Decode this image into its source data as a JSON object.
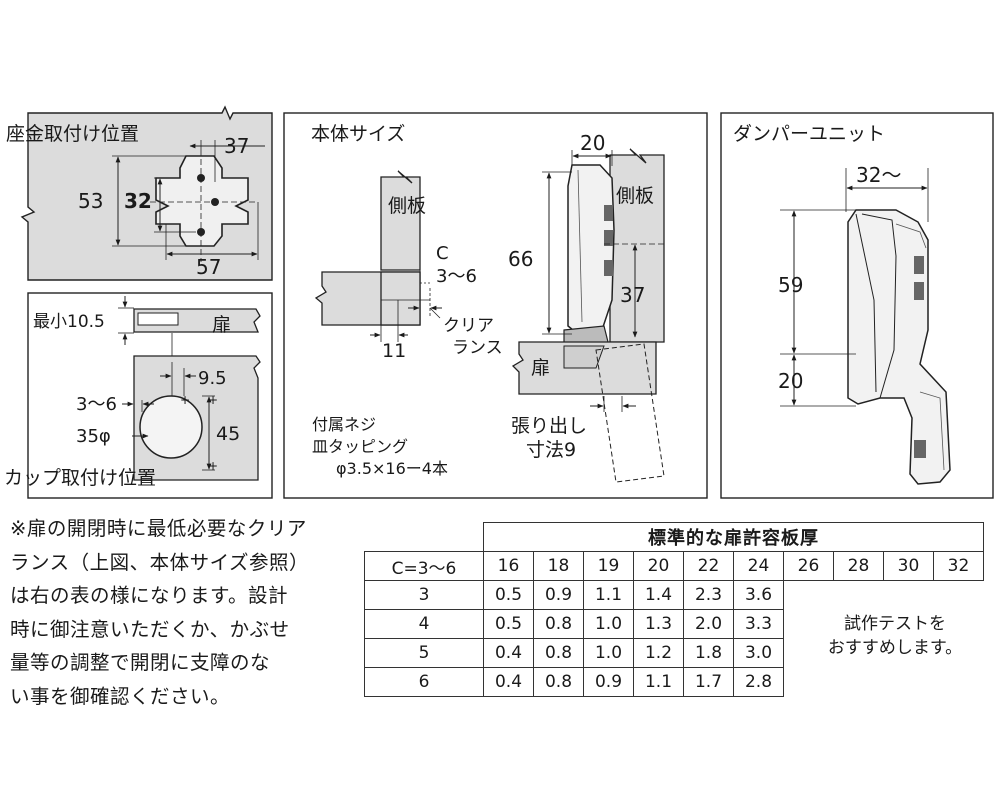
{
  "panels": {
    "mounting": {
      "title": "座金取付け位置",
      "dims": {
        "w37": "37",
        "h53": "53",
        "h32": "32",
        "w57": "57"
      }
    },
    "cup": {
      "title": "カップ取付け位置",
      "min_label": "最小10.5",
      "door_label": "扉",
      "dim_9_5": "9.5",
      "dim_3_6": "3〜6",
      "dim_35phi": "35φ",
      "dim_45": "45"
    },
    "body_size": {
      "title": "本体サイズ",
      "side_panel_1": "側板",
      "c_label": "C",
      "c_range": "3〜6",
      "dim_11": "11",
      "clearance_1": "クリア",
      "clearance_2": "ランス",
      "screw_1": "付属ネジ",
      "screw_2": "皿タッピング",
      "screw_3": "φ3.5×16ー4本",
      "dim_20": "20",
      "side_panel_2": "側板",
      "dim_66": "66",
      "dim_37": "37",
      "door_label": "扉",
      "overhang_1": "張り出し",
      "overhang_2": "寸法9"
    },
    "damper": {
      "title": "ダンパーユニット",
      "dim_32": "32〜",
      "dim_59": "59",
      "dim_20": "20"
    }
  },
  "note": {
    "lines": [
      "※扉の開閉時に最低必要なクリア",
      "ランス（上図、本体サイズ参照）",
      "は右の表の様になります。設計",
      "時に御注意いただくか、かぶせ",
      "量等の調整で開閉に支障のな",
      "い事を御確認ください。"
    ]
  },
  "table": {
    "title": "標準的な扉許容板厚",
    "row_header": "C=3〜6",
    "columns": [
      "16",
      "18",
      "19",
      "20",
      "22",
      "24",
      "26",
      "28",
      "30",
      "32"
    ],
    "rows": [
      {
        "c": "3",
        "values": [
          "0.5",
          "0.9",
          "1.1",
          "1.4",
          "2.3",
          "3.6"
        ]
      },
      {
        "c": "4",
        "values": [
          "0.5",
          "0.8",
          "1.0",
          "1.3",
          "2.0",
          "3.3"
        ]
      },
      {
        "c": "5",
        "values": [
          "0.4",
          "0.8",
          "1.0",
          "1.2",
          "1.8",
          "3.0"
        ]
      },
      {
        "c": "6",
        "values": [
          "0.4",
          "0.8",
          "0.9",
          "1.1",
          "1.7",
          "2.8"
        ]
      }
    ],
    "trial_1": "試作テストを",
    "trial_2": "おすすめします。"
  }
}
